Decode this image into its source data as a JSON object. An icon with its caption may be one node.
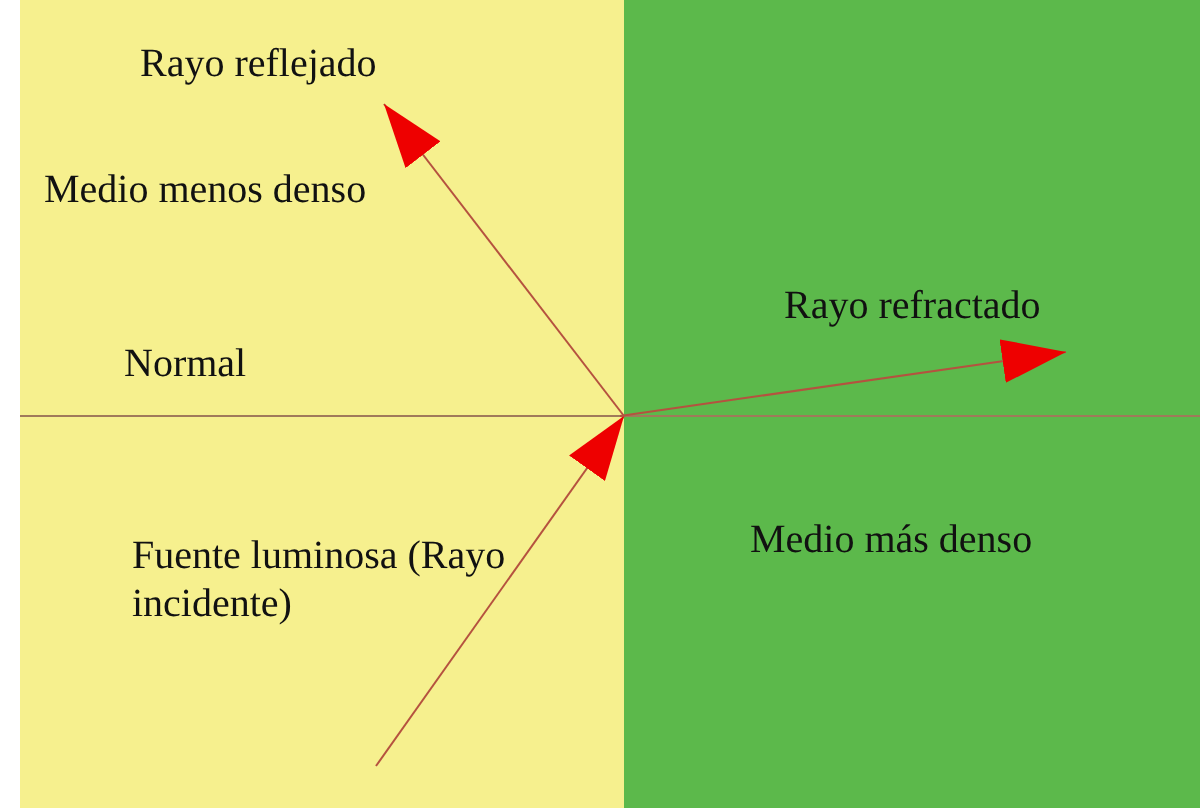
{
  "diagram": {
    "nodes": [
      {
        "text": [
          "Medio menos denso"
        ]
      },
      {
        "text": [
          "Medio más denso"
        ]
      },
      {
        "text": [
          "Rayo reflejado"
        ],
        "in": 0
      },
      {
        "text": [
          "Fuente luminosa (Rayo incidente)"
        ],
        "in": 0
      },
      {
        "text": [
          "Rayo refractado"
        ],
        "in": 1
      }
    ],
    "edges": [
      {
        "from": 3,
        "to": 1,
        "arrow": "to"
      },
      {
        "from": 1,
        "to": 2,
        "arrow": "to"
      },
      {
        "from": null,
        "to": 4,
        "arrow": "to"
      }
    ],
    "labels": [
      "Normal"
    ]
  }
}
